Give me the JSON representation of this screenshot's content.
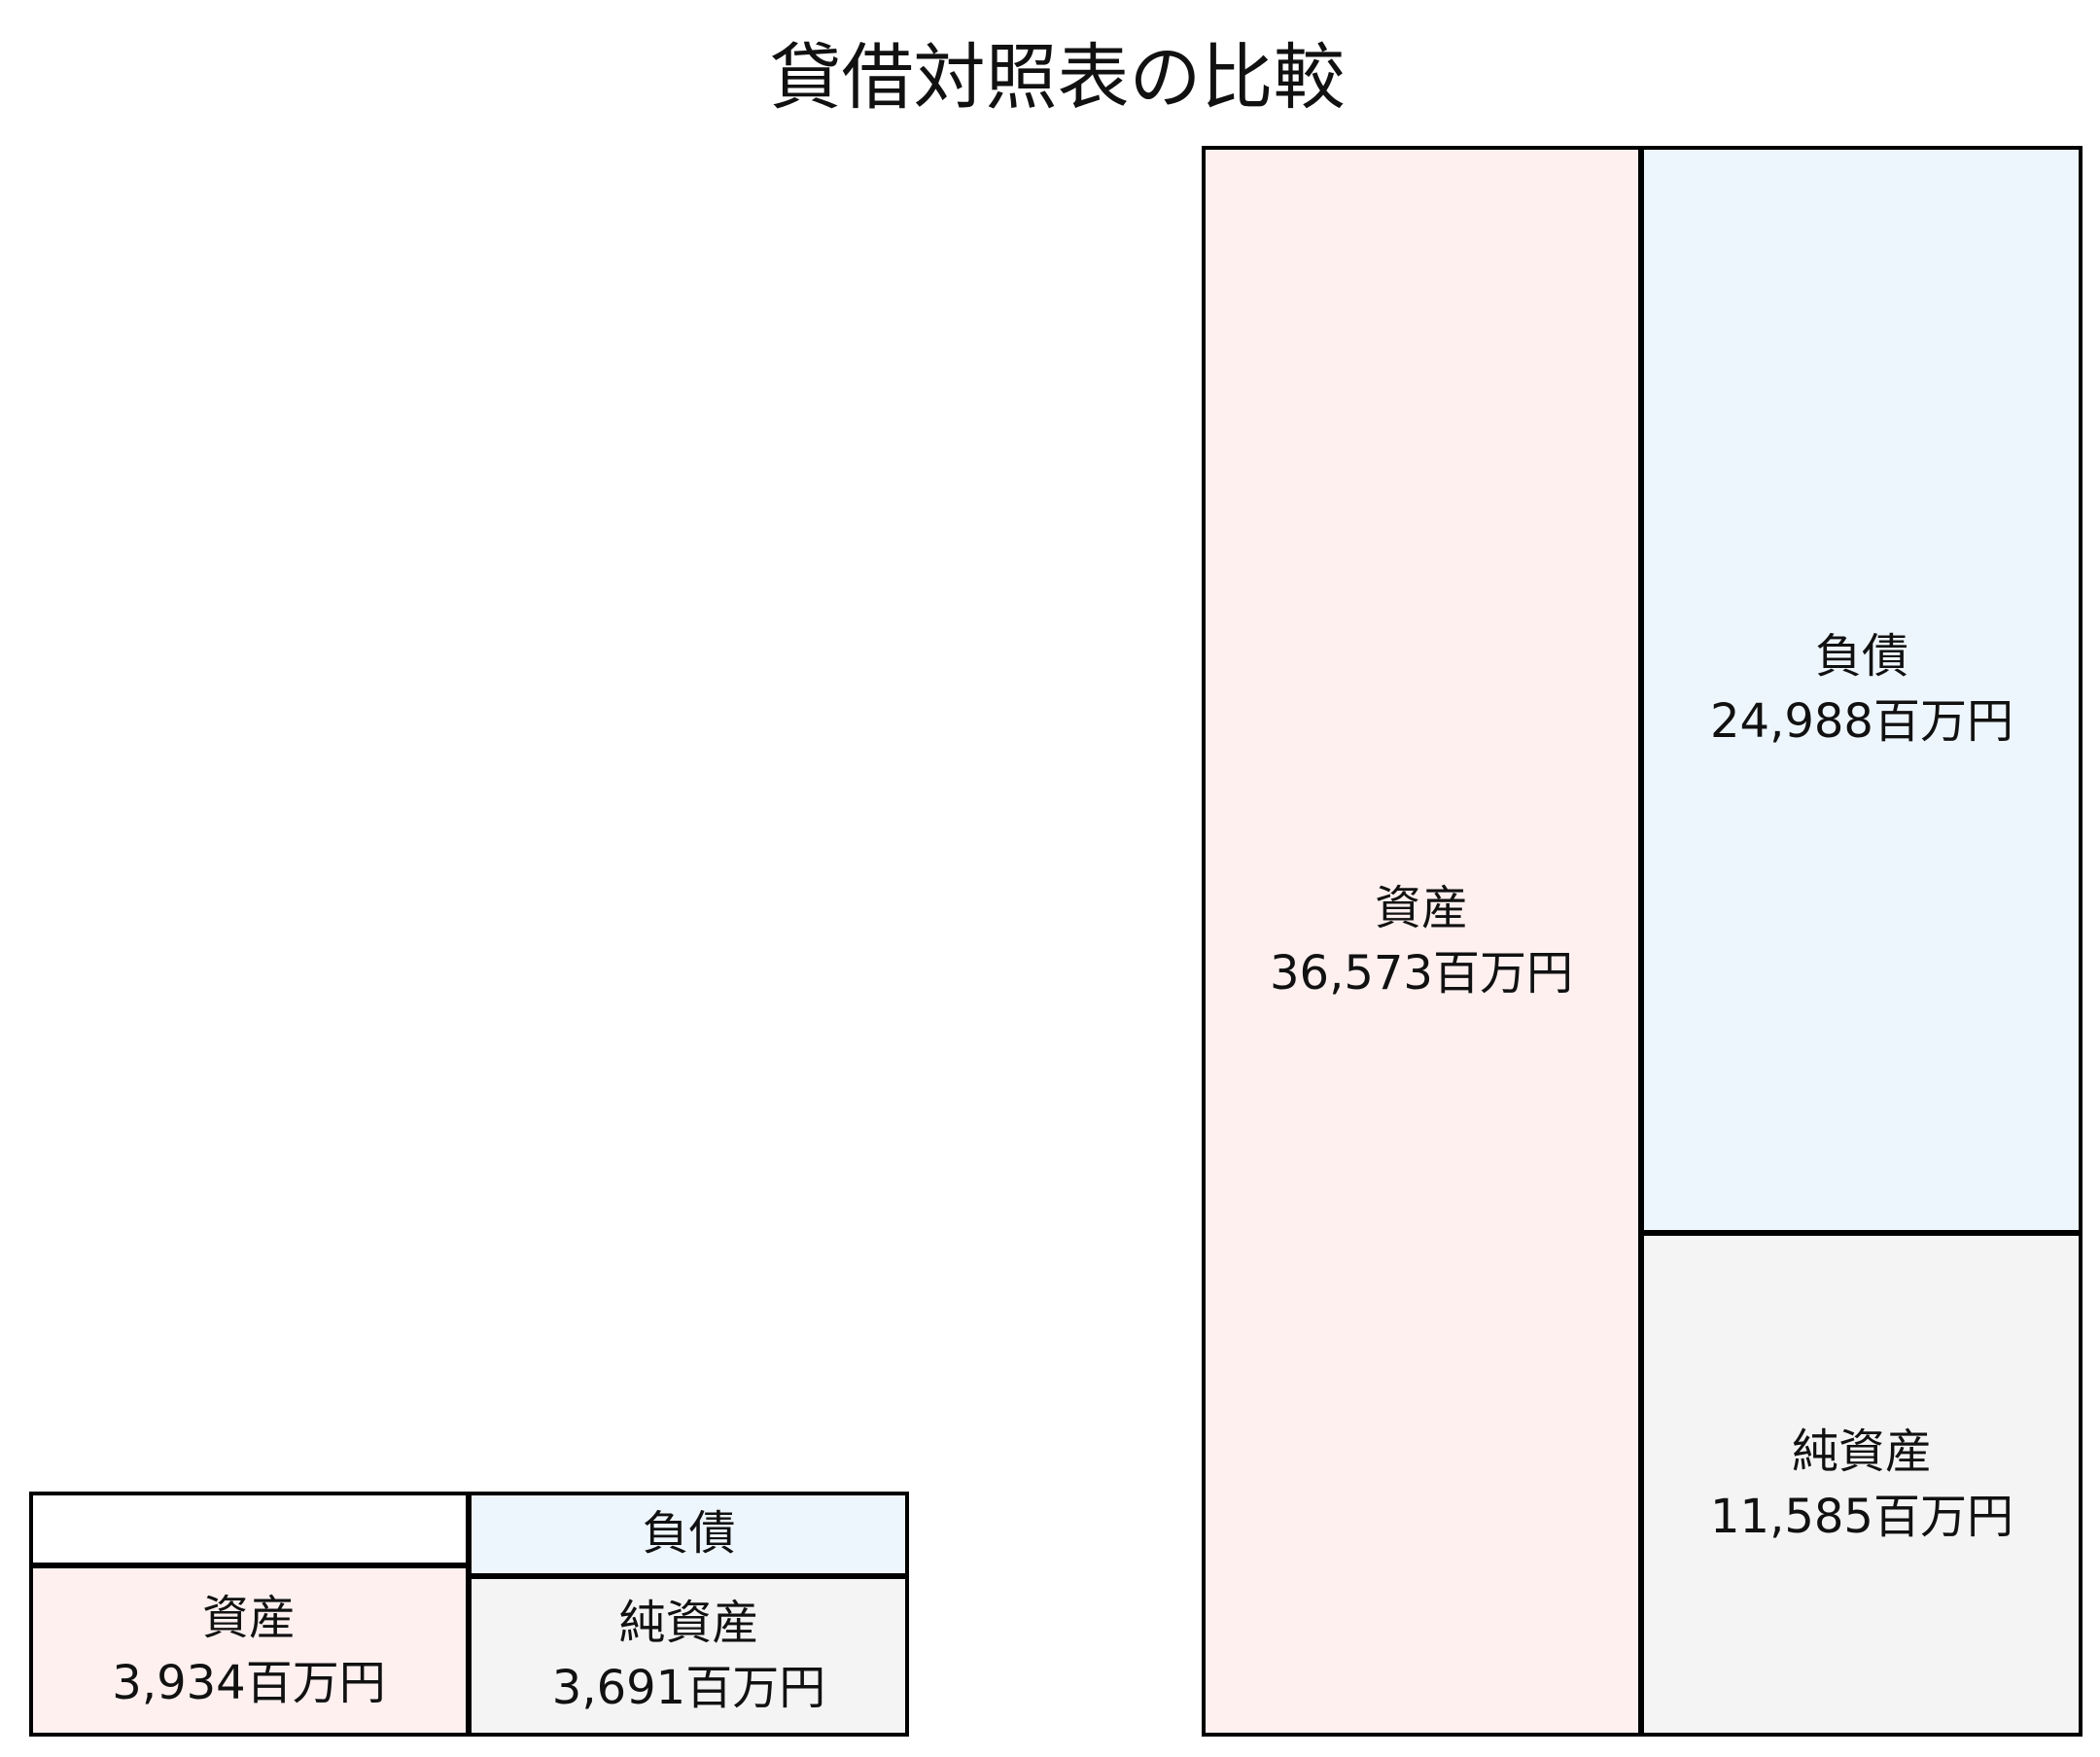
{
  "chart_data": {
    "type": "bar",
    "title": "貸借対照表の比較",
    "unit": "百万円",
    "colors": {
      "assets": "#fdf0ef",
      "liabilities": "#eef6fd",
      "net_assets": "#f4f4f4",
      "empty": "#ffffff"
    },
    "charts": [
      {
        "assets": {
          "label": "資産",
          "value": 3934,
          "text": "3,934百万円"
        },
        "liabilities": {
          "label": "負債",
          "value": 243,
          "text": ""
        },
        "net_assets": {
          "label": "純資産",
          "value": 3691,
          "text": "3,691百万円"
        }
      },
      {
        "assets": {
          "label": "資産",
          "value": 36573,
          "text": "36,573百万円"
        },
        "liabilities": {
          "label": "負債",
          "value": 24988,
          "text": "24,988百万円"
        },
        "net_assets": {
          "label": "純資産",
          "value": 11585,
          "text": "11,585百万円"
        }
      }
    ]
  }
}
